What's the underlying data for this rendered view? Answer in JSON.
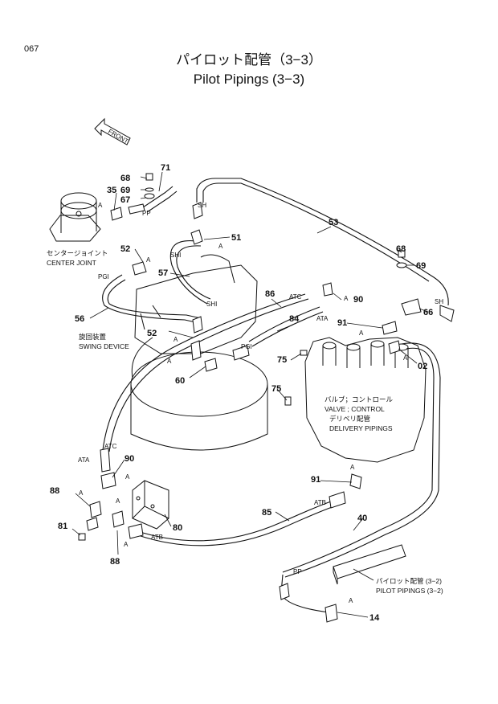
{
  "page_number": "067",
  "title_jp": "パイロット配管（3−3）",
  "title_en": "Pilot Pipings (3−3)",
  "front_label": "FRONT",
  "labels": {
    "center_joint_jp": "センタージョイント",
    "center_joint_en": "CENTER JOINT",
    "swing_device_jp": "旋回装置",
    "swing_device_en": "SWING DEVICE",
    "valve_jp": "バルブ；コントロール",
    "valve_en": "VALVE ; CONTROL",
    "delivery_jp": "デリベリ配管",
    "delivery_en": "DELIVERY PIPINGS",
    "pilot_ref_jp": "パイロット配管 (3−2)",
    "pilot_ref_en": "PILOT PIPINGS (3−2)"
  },
  "part_numbers": {
    "p68a": "68",
    "p71": "71",
    "p69a": "69",
    "p35": "35",
    "p67": "67",
    "p53": "53",
    "p51": "51",
    "p52a": "52",
    "p68b": "68",
    "p69b": "69",
    "p57": "57",
    "p86": "86",
    "p90a": "90",
    "p66": "66",
    "p56": "56",
    "p84": "84",
    "p91a": "91",
    "p52b": "52",
    "p75a": "75",
    "p02": "02",
    "p60": "60",
    "p75b": "75",
    "p90b": "90",
    "p91b": "91",
    "p88a": "88",
    "p80": "80",
    "p85": "85",
    "p40": "40",
    "p81": "81",
    "p88b": "88",
    "p14": "14"
  },
  "connectors": {
    "pp1": "PP",
    "sh1": "SH",
    "shi1": "SHI",
    "pgi1": "PGI",
    "shi2": "SHI",
    "atc1": "ATC",
    "ata1": "ATA",
    "sh2": "SH",
    "pgi2": "PGI",
    "atc2": "ATC",
    "ata2": "ATA",
    "atb1": "ATB",
    "atb2": "ATB",
    "pp2": "PP"
  },
  "detail_marks": {
    "a1": "A",
    "a2": "A",
    "a3": "A",
    "a4": "A",
    "a5": "A",
    "a6": "A",
    "a7": "A",
    "a8": "A",
    "a9": "A",
    "a10": "A",
    "a11": "A",
    "a12": "A",
    "a13": "A",
    "a14": "A"
  }
}
